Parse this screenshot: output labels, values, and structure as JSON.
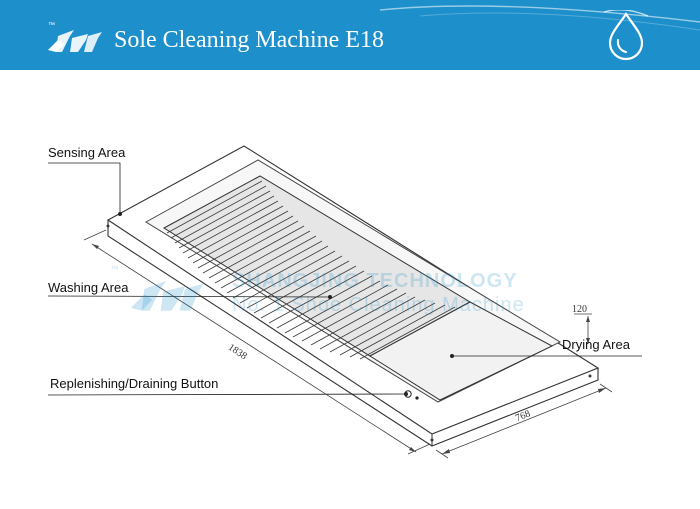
{
  "header": {
    "title": "Sole Cleaning Machine E18",
    "logo_mark": "™",
    "bg_color": "#1d8fcb",
    "icons": [
      "brand-logo-icon",
      "water-drop-icon"
    ]
  },
  "labels": {
    "sensing_area": "Sensing Area",
    "washing_area": "Washing Area",
    "replenishing_button": "Replenishing/Draining Button",
    "drying_area": "Drying Area"
  },
  "dimensions": {
    "length": "1838",
    "width": "768",
    "height": "120"
  },
  "watermark": {
    "mark": "™",
    "line1": "SHANGJING TECHNOLOGY",
    "line2": "No. 1 Shoe Cleaning Machine",
    "color": "#1d8fcb"
  }
}
